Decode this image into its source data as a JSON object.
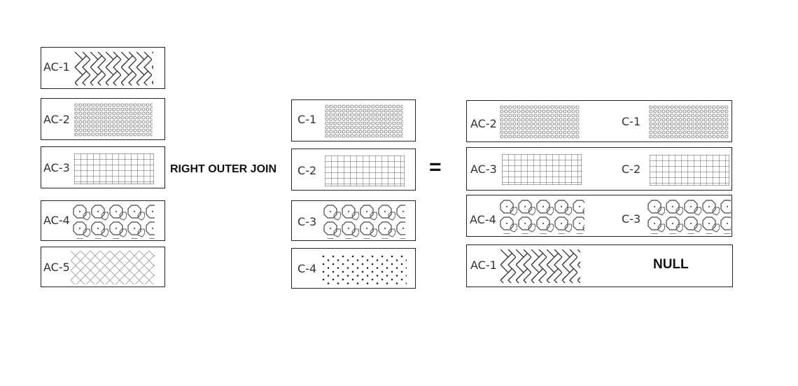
{
  "left_table": {
    "rows": [
      {
        "key": "AC-1",
        "pattern": "herringbone"
      },
      {
        "key": "AC-2",
        "pattern": "vertical-mesh"
      },
      {
        "key": "AC-3",
        "pattern": "grid"
      },
      {
        "key": "AC-4",
        "pattern": "octagon-mesh"
      },
      {
        "key": "AC-5",
        "pattern": "diamond-lattice"
      }
    ]
  },
  "operator": {
    "label": "RIGHT OUTER JOIN"
  },
  "right_table": {
    "rows": [
      {
        "key": "C-1",
        "pattern": "vertical-mesh"
      },
      {
        "key": "C-2",
        "pattern": "grid"
      },
      {
        "key": "C-3",
        "pattern": "octagon-mesh"
      },
      {
        "key": "C-4",
        "pattern": "dots"
      }
    ]
  },
  "equals": {
    "label": "="
  },
  "result": {
    "rows": [
      {
        "left_key": "AC-2",
        "right_key": "C-1"
      },
      {
        "left_key": "AC-3",
        "right_key": "C-2"
      },
      {
        "left_key": "AC-4",
        "right_key": "C-3"
      },
      {
        "left_key": "AC-1",
        "right_value": "NULL"
      }
    ]
  }
}
